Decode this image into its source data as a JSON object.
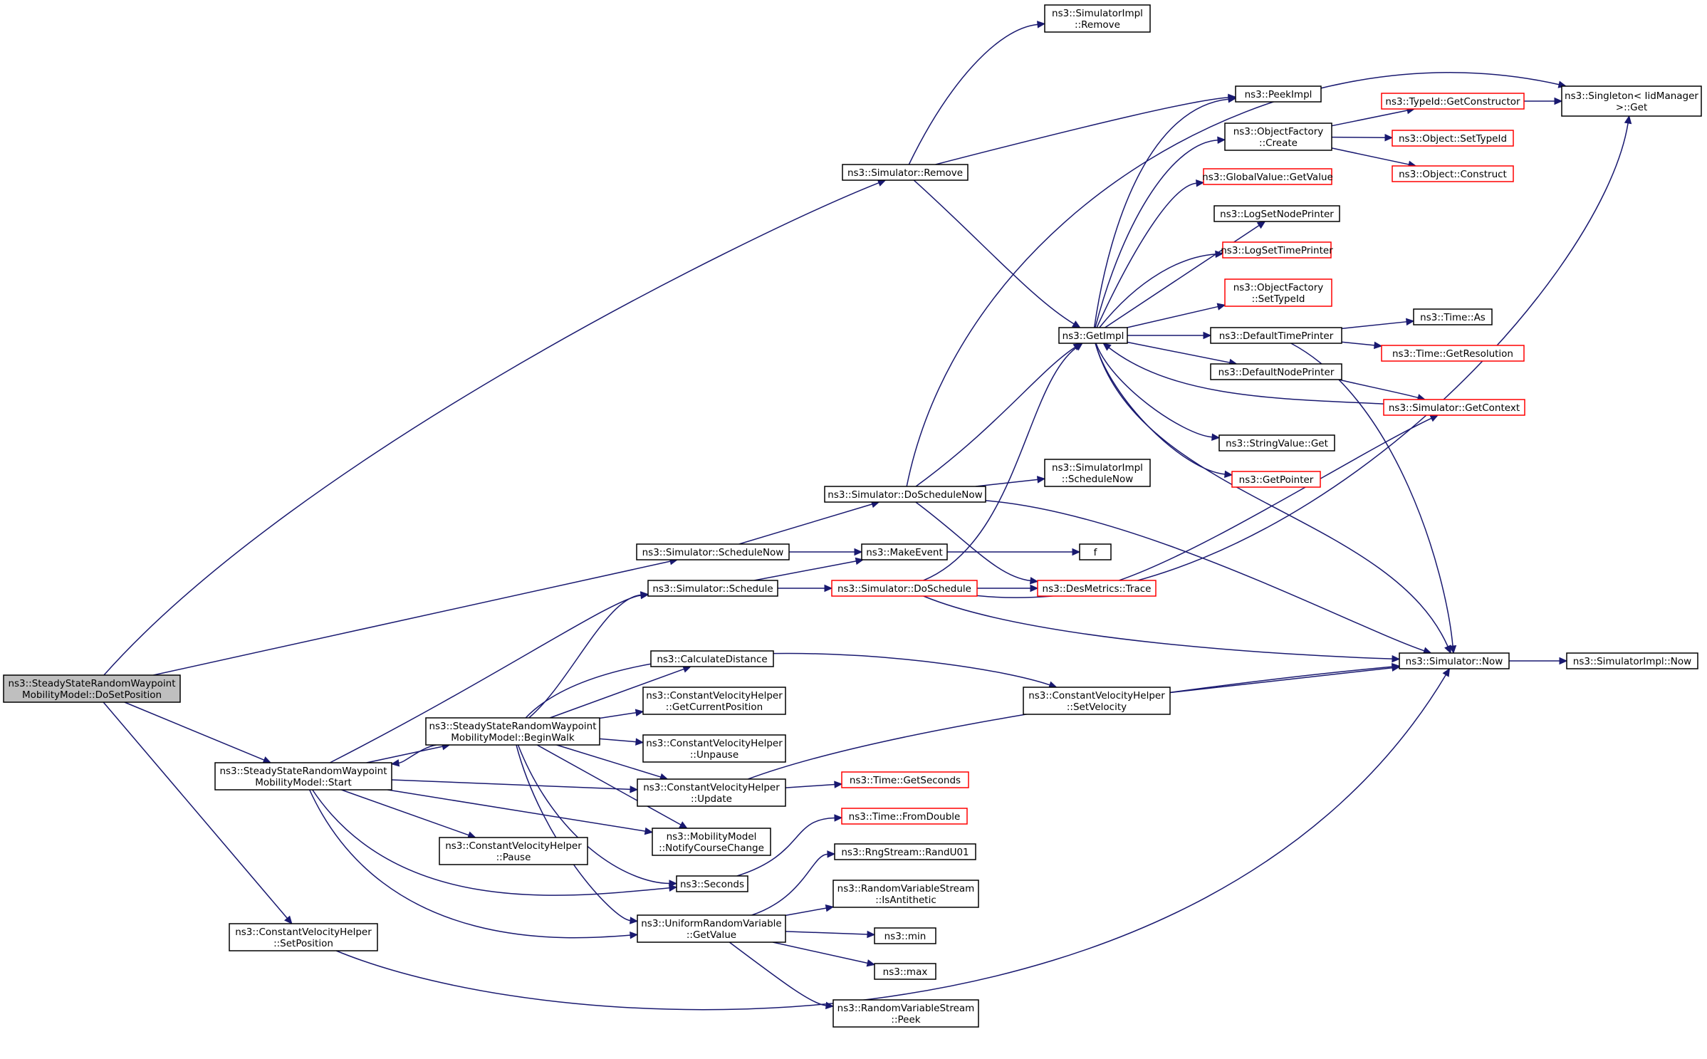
{
  "diagram": {
    "colors": {
      "edge": "#191970",
      "border_normal": "#000000",
      "border_red": "#ff0000",
      "root_fill": "#bfbfbf"
    },
    "nodes": [
      {
        "id": "root",
        "lines": [
          "ns3::SteadyStateRandomWaypoint",
          "MobilityModel::DoSetPosition"
        ],
        "style": "root"
      },
      {
        "id": "start",
        "lines": [
          "ns3::SteadyStateRandomWaypoint",
          "MobilityModel::Start"
        ],
        "style": "normal"
      },
      {
        "id": "setpos",
        "lines": [
          "ns3::ConstantVelocityHelper",
          "::SetPosition"
        ],
        "style": "normal"
      },
      {
        "id": "beginwalk",
        "lines": [
          "ns3::SteadyStateRandomWaypoint",
          "MobilityModel::BeginWalk"
        ],
        "style": "normal"
      },
      {
        "id": "cvpause",
        "lines": [
          "ns3::ConstantVelocityHelper",
          "::Pause"
        ],
        "style": "normal"
      },
      {
        "id": "schednow",
        "lines": [
          "ns3::Simulator::ScheduleNow"
        ],
        "style": "normal"
      },
      {
        "id": "schedule",
        "lines": [
          "ns3::Simulator::Schedule"
        ],
        "style": "normal"
      },
      {
        "id": "calcdist",
        "lines": [
          "ns3::CalculateDistance"
        ],
        "style": "normal"
      },
      {
        "id": "getcurpos",
        "lines": [
          "ns3::ConstantVelocityHelper",
          "::GetCurrentPosition"
        ],
        "style": "normal"
      },
      {
        "id": "unpause",
        "lines": [
          "ns3::ConstantVelocityHelper",
          "::Unpause"
        ],
        "style": "normal"
      },
      {
        "id": "update",
        "lines": [
          "ns3::ConstantVelocityHelper",
          "::Update"
        ],
        "style": "normal"
      },
      {
        "id": "notify",
        "lines": [
          "ns3::MobilityModel",
          "::NotifyCourseChange"
        ],
        "style": "normal"
      },
      {
        "id": "seconds",
        "lines": [
          "ns3::Seconds"
        ],
        "style": "normal"
      },
      {
        "id": "urvget",
        "lines": [
          "ns3::UniformRandomVariable",
          "::GetValue"
        ],
        "style": "normal"
      },
      {
        "id": "simremove",
        "lines": [
          "ns3::Simulator::Remove"
        ],
        "style": "normal"
      },
      {
        "id": "dosnow",
        "lines": [
          "ns3::Simulator::DoScheduleNow"
        ],
        "style": "normal"
      },
      {
        "id": "makeevent",
        "lines": [
          "ns3::MakeEvent"
        ],
        "style": "normal"
      },
      {
        "id": "dosched",
        "lines": [
          "ns3::Simulator::DoSchedule"
        ],
        "style": "red"
      },
      {
        "id": "getsec",
        "lines": [
          "ns3::Time::GetSeconds"
        ],
        "style": "red"
      },
      {
        "id": "fromdouble",
        "lines": [
          "ns3::Time::FromDouble"
        ],
        "style": "red"
      },
      {
        "id": "randu01",
        "lines": [
          "ns3::RngStream::RandU01"
        ],
        "style": "normal"
      },
      {
        "id": "isanti",
        "lines": [
          "ns3::RandomVariableStream",
          "::IsAntithetic"
        ],
        "style": "normal"
      },
      {
        "id": "min",
        "lines": [
          "ns3::min"
        ],
        "style": "normal"
      },
      {
        "id": "max",
        "lines": [
          "ns3::max"
        ],
        "style": "normal"
      },
      {
        "id": "peek",
        "lines": [
          "ns3::RandomVariableStream",
          "::Peek"
        ],
        "style": "normal"
      },
      {
        "id": "implremove",
        "lines": [
          "ns3::SimulatorImpl",
          "::Remove"
        ],
        "style": "normal"
      },
      {
        "id": "implschednow",
        "lines": [
          "ns3::SimulatorImpl",
          "::ScheduleNow"
        ],
        "style": "normal"
      },
      {
        "id": "f",
        "lines": [
          "f"
        ],
        "style": "normal"
      },
      {
        "id": "trace",
        "lines": [
          "ns3::DesMetrics::Trace"
        ],
        "style": "red"
      },
      {
        "id": "setvel",
        "lines": [
          "ns3::ConstantVelocityHelper",
          "::SetVelocity"
        ],
        "style": "normal"
      },
      {
        "id": "getimpl",
        "lines": [
          "ns3::GetImpl"
        ],
        "style": "normal"
      },
      {
        "id": "peekimpl",
        "lines": [
          "ns3::PeekImpl"
        ],
        "style": "normal"
      },
      {
        "id": "ofcreate",
        "lines": [
          "ns3::ObjectFactory",
          "::Create"
        ],
        "style": "normal"
      },
      {
        "id": "gvget",
        "lines": [
          "ns3::GlobalValue::GetValue"
        ],
        "style": "red"
      },
      {
        "id": "lognode",
        "lines": [
          "ns3::LogSetNodePrinter"
        ],
        "style": "normal"
      },
      {
        "id": "logtime",
        "lines": [
          "ns3::LogSetTimePrinter"
        ],
        "style": "red"
      },
      {
        "id": "ofsettype",
        "lines": [
          "ns3::ObjectFactory",
          "::SetTypeId"
        ],
        "style": "red"
      },
      {
        "id": "deftime",
        "lines": [
          "ns3::DefaultTimePrinter"
        ],
        "style": "normal"
      },
      {
        "id": "defnode",
        "lines": [
          "ns3::DefaultNodePrinter"
        ],
        "style": "normal"
      },
      {
        "id": "strget",
        "lines": [
          "ns3::StringValue::Get"
        ],
        "style": "normal"
      },
      {
        "id": "getptr",
        "lines": [
          "ns3::GetPointer"
        ],
        "style": "red"
      },
      {
        "id": "simnow",
        "lines": [
          "ns3::Simulator::Now"
        ],
        "style": "normal"
      },
      {
        "id": "getctor",
        "lines": [
          "ns3::TypeId::GetConstructor"
        ],
        "style": "red"
      },
      {
        "id": "objsettype",
        "lines": [
          "ns3::Object::SetTypeId"
        ],
        "style": "red"
      },
      {
        "id": "objconstruct",
        "lines": [
          "ns3::Object::Construct"
        ],
        "style": "red"
      },
      {
        "id": "timeas",
        "lines": [
          "ns3::Time::As"
        ],
        "style": "normal"
      },
      {
        "id": "getres",
        "lines": [
          "ns3::Time::GetResolution"
        ],
        "style": "red"
      },
      {
        "id": "getctx",
        "lines": [
          "ns3::Simulator::GetContext"
        ],
        "style": "red"
      },
      {
        "id": "singleton",
        "lines": [
          "ns3::Singleton< IidManager",
          ">::Get"
        ],
        "style": "normal"
      },
      {
        "id": "implnow",
        "lines": [
          "ns3::SimulatorImpl::Now"
        ],
        "style": "normal"
      }
    ],
    "edges": [
      [
        "root",
        "simremove"
      ],
      [
        "root",
        "schednow"
      ],
      [
        "root",
        "start"
      ],
      [
        "root",
        "setpos"
      ],
      [
        "start",
        "beginwalk"
      ],
      [
        "start",
        "schedule"
      ],
      [
        "start",
        "update"
      ],
      [
        "start",
        "notify"
      ],
      [
        "start",
        "cvpause"
      ],
      [
        "start",
        "seconds"
      ],
      [
        "start",
        "urvget"
      ],
      [
        "beginwalk",
        "start"
      ],
      [
        "beginwalk",
        "schedule"
      ],
      [
        "beginwalk",
        "calcdist"
      ],
      [
        "beginwalk",
        "getcurpos"
      ],
      [
        "beginwalk",
        "unpause"
      ],
      [
        "beginwalk",
        "update"
      ],
      [
        "beginwalk",
        "notify"
      ],
      [
        "beginwalk",
        "seconds"
      ],
      [
        "beginwalk",
        "urvget"
      ],
      [
        "beginwalk",
        "setvel"
      ],
      [
        "setpos",
        "simnow"
      ],
      [
        "schednow",
        "dosnow"
      ],
      [
        "schednow",
        "makeevent"
      ],
      [
        "schedule",
        "makeevent"
      ],
      [
        "schedule",
        "dosched"
      ],
      [
        "simremove",
        "implremove"
      ],
      [
        "simremove",
        "peekimpl"
      ],
      [
        "simremove",
        "getimpl"
      ],
      [
        "dosnow",
        "getimpl"
      ],
      [
        "dosnow",
        "implschednow"
      ],
      [
        "dosnow",
        "trace"
      ],
      [
        "dosnow",
        "simnow"
      ],
      [
        "dosnow",
        "singleton"
      ],
      [
        "makeevent",
        "f"
      ],
      [
        "dosched",
        "getimpl"
      ],
      [
        "dosched",
        "trace"
      ],
      [
        "dosched",
        "simnow"
      ],
      [
        "dosched",
        "singleton"
      ],
      [
        "update",
        "getsec"
      ],
      [
        "update",
        "simnow"
      ],
      [
        "seconds",
        "fromdouble"
      ],
      [
        "urvget",
        "randu01"
      ],
      [
        "urvget",
        "isanti"
      ],
      [
        "urvget",
        "min"
      ],
      [
        "urvget",
        "max"
      ],
      [
        "urvget",
        "peek"
      ],
      [
        "setvel",
        "simnow"
      ],
      [
        "trace",
        "getctx"
      ],
      [
        "getimpl",
        "peekimpl"
      ],
      [
        "getimpl",
        "ofcreate"
      ],
      [
        "getimpl",
        "gvget"
      ],
      [
        "getimpl",
        "lognode"
      ],
      [
        "getimpl",
        "logtime"
      ],
      [
        "getimpl",
        "ofsettype"
      ],
      [
        "getimpl",
        "deftime"
      ],
      [
        "getimpl",
        "defnode"
      ],
      [
        "getimpl",
        "strget"
      ],
      [
        "getimpl",
        "getptr"
      ],
      [
        "getimpl",
        "simnow"
      ],
      [
        "ofcreate",
        "getctor"
      ],
      [
        "ofcreate",
        "objsettype"
      ],
      [
        "ofcreate",
        "objconstruct"
      ],
      [
        "getctor",
        "singleton"
      ],
      [
        "deftime",
        "timeas"
      ],
      [
        "deftime",
        "getres"
      ],
      [
        "deftime",
        "simnow"
      ],
      [
        "defnode",
        "getctx"
      ],
      [
        "getctx",
        "getimpl"
      ],
      [
        "simnow",
        "implnow"
      ]
    ]
  }
}
